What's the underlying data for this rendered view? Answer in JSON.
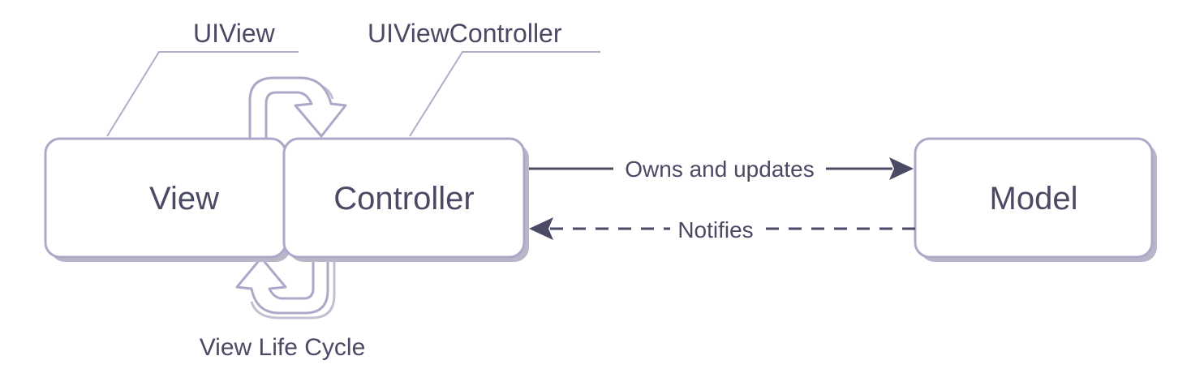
{
  "nodes": {
    "view": "View",
    "controller": "Controller",
    "model": "Model"
  },
  "callouts": {
    "uiview": "UIView",
    "uiviewcontroller": "UIViewController",
    "life_cycle": "View Life Cycle"
  },
  "edges": {
    "owns_and_updates": "Owns and updates",
    "notifies": "Notifies"
  },
  "colors": {
    "box_stroke": "#aca8c8",
    "text": "#4b4a65",
    "shadow": "#b9b6c9"
  }
}
